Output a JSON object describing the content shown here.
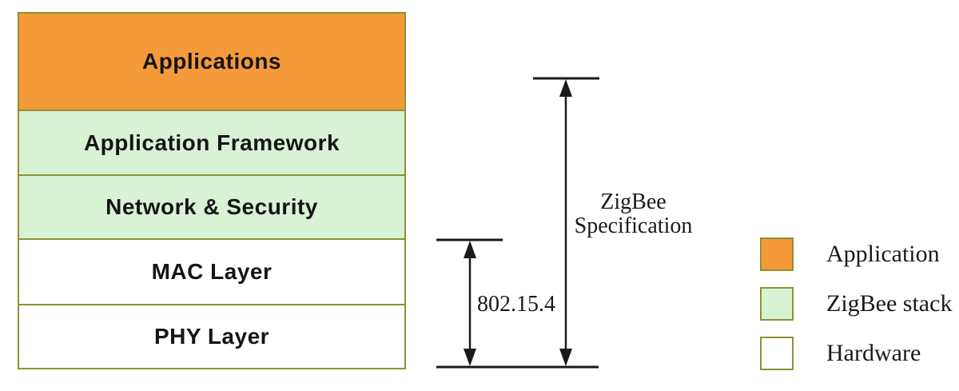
{
  "stack": {
    "layers": [
      {
        "label": "Applications",
        "category": "application",
        "fill": "#F49A3B"
      },
      {
        "label": "Application Framework",
        "category": "zigbee-stack",
        "fill": "#D8F3D4"
      },
      {
        "label": "Network & Security",
        "category": "zigbee-stack",
        "fill": "#D8F3D4"
      },
      {
        "label": "MAC Layer",
        "category": "hardware",
        "fill": "#FFFFFF"
      },
      {
        "label": "PHY Layer",
        "category": "hardware",
        "fill": "#FFFFFF"
      }
    ]
  },
  "annotations": {
    "zigbee_spec_line1": "ZigBee",
    "zigbee_spec_line2": "Specification",
    "ieee_label": "802.15.4"
  },
  "legend": {
    "items": [
      {
        "label": "Application",
        "fill": "#F49A3B"
      },
      {
        "label": "ZigBee stack",
        "fill": "#D8F3D4"
      },
      {
        "label": "Hardware",
        "fill": "#FFFFFF"
      }
    ]
  },
  "colors": {
    "box_border": "#8F9034",
    "arrow": "#1A1A1A",
    "background": "#FFFFFF"
  }
}
